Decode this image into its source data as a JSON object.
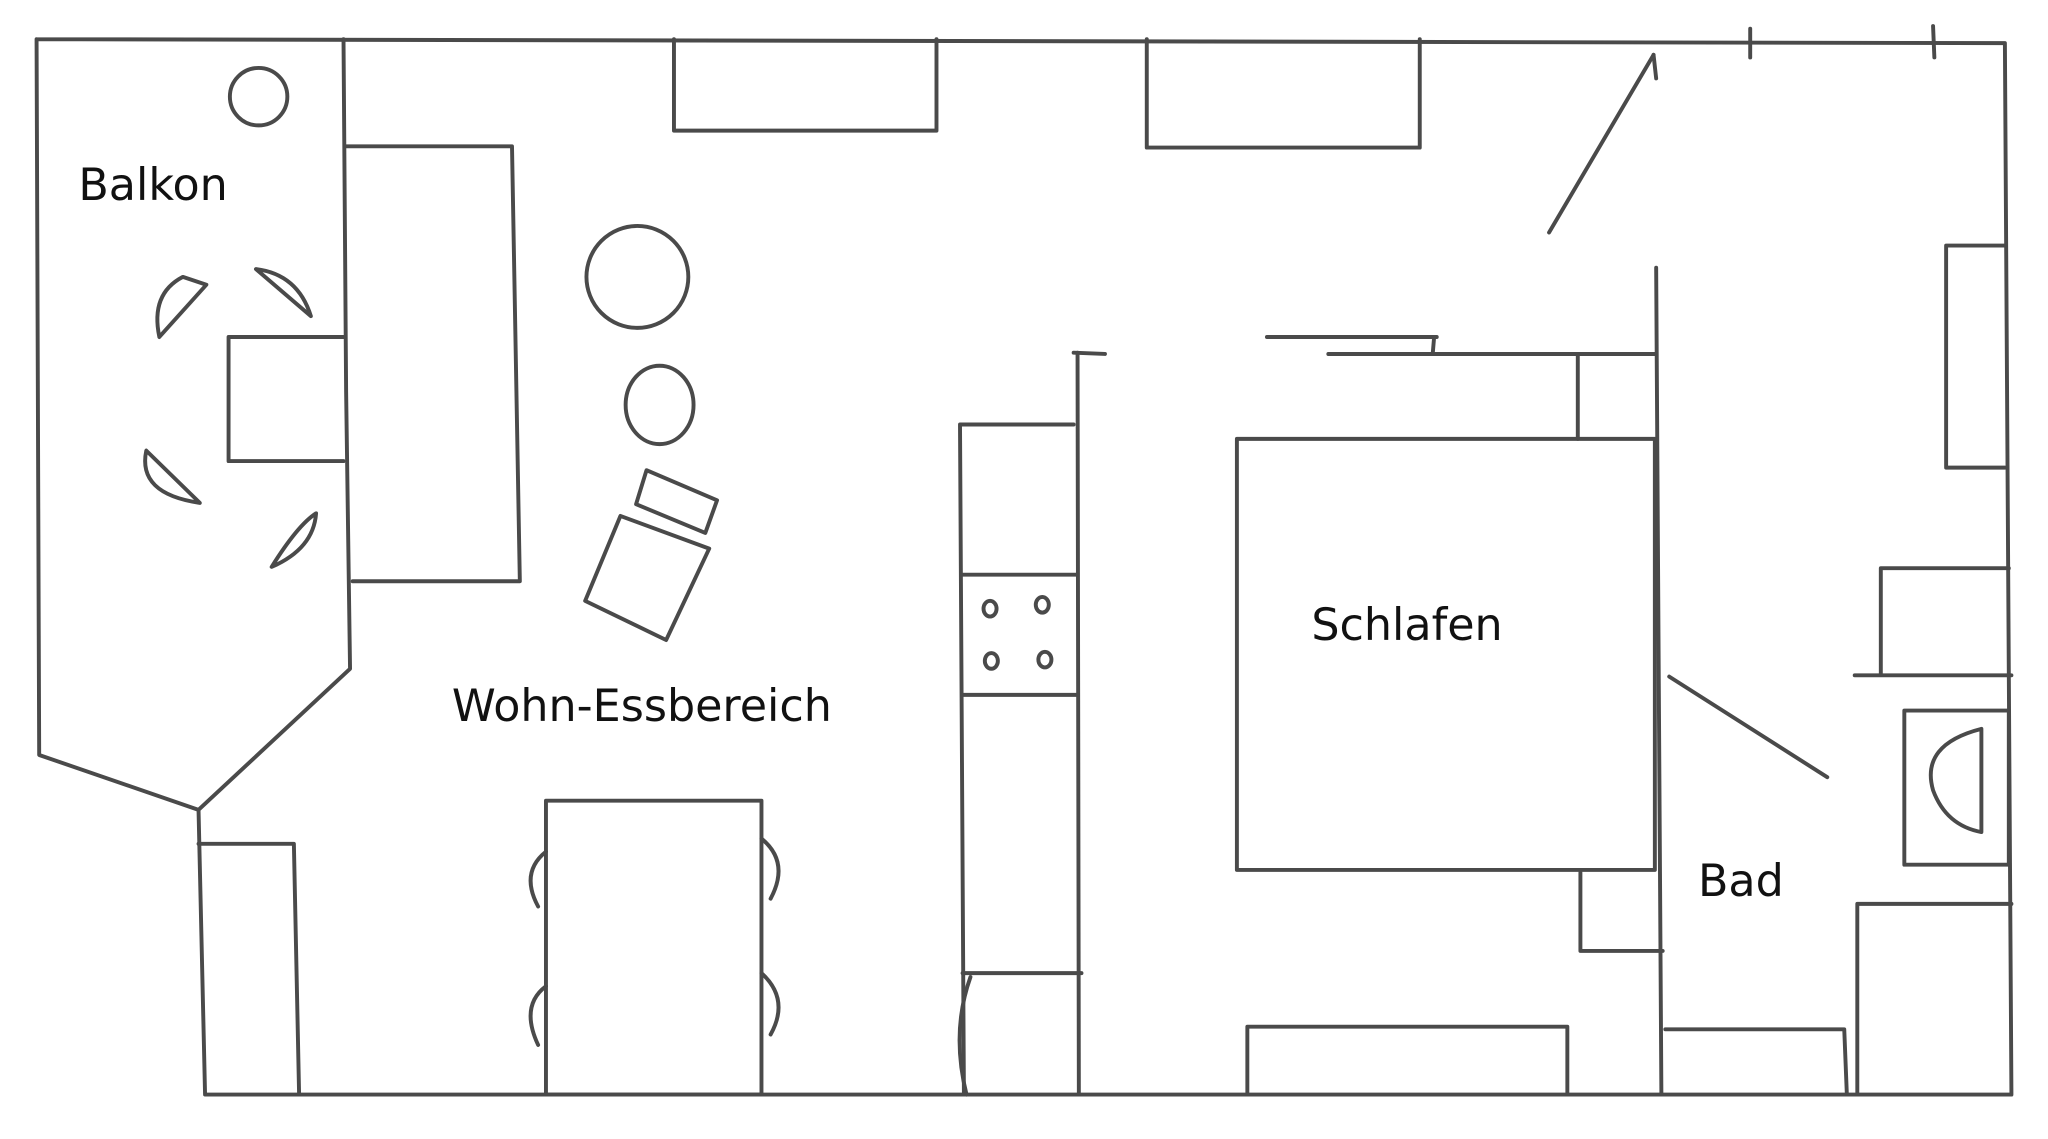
{
  "rooms": {
    "balcony": "Balkon",
    "living_dining": "Wohn-Essbereich",
    "bedroom": "Schlafen",
    "bathroom": "Bad"
  }
}
